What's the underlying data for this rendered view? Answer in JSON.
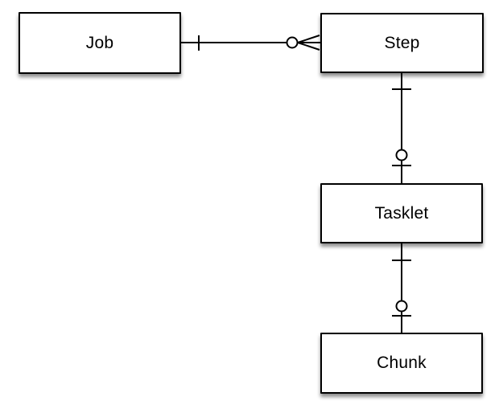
{
  "diagram": {
    "type": "entity-relationship",
    "background_color": "#ffffff",
    "line_color": "#000000",
    "box_fill_color": "#ffffff",
    "box_border_color": "#000000",
    "text_color": "#000000",
    "entities": [
      {
        "id": "job",
        "label": "Job"
      },
      {
        "id": "step",
        "label": "Step"
      },
      {
        "id": "tasklet",
        "label": "Tasklet"
      },
      {
        "id": "chunk",
        "label": "Chunk"
      }
    ],
    "relationships": [
      {
        "from": "Job",
        "to": "Step",
        "from_cardinality": "one",
        "to_cardinality": "zero-or-many",
        "from_symbol": "tick",
        "to_symbol": "circle-crow-foot"
      },
      {
        "from": "Step",
        "to": "Tasklet",
        "from_cardinality": "one",
        "to_cardinality": "zero-or-one",
        "from_symbol": "tick",
        "to_symbol": "circle-tick"
      },
      {
        "from": "Tasklet",
        "to": "Chunk",
        "from_cardinality": "one",
        "to_cardinality": "zero-or-one",
        "from_symbol": "tick",
        "to_symbol": "circle-tick"
      }
    ]
  }
}
